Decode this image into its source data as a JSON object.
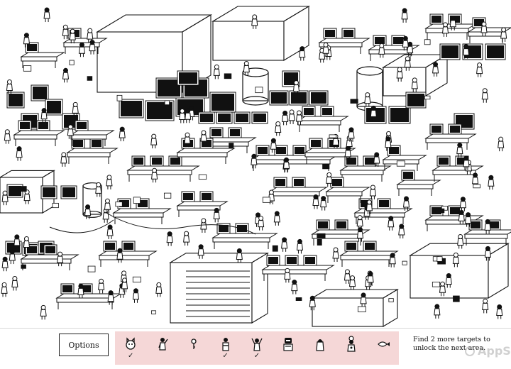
{
  "game": {
    "options_label": "Options",
    "hint": "Find 2 more targets to unlock the next area.",
    "watermark": "AppSo",
    "colors": {
      "strip": "#f5d7d7",
      "ink": "#111111",
      "paper": "#ffffff"
    },
    "targets": [
      {
        "icon": "cat-face-icon",
        "found": true
      },
      {
        "icon": "person-waving-icon",
        "found": false
      },
      {
        "icon": "key-icon",
        "found": false
      },
      {
        "icon": "person-arms-crossed-icon",
        "found": true
      },
      {
        "icon": "person-cheering-icon",
        "found": true
      },
      {
        "icon": "robot-icon",
        "found": false
      },
      {
        "icon": "hooded-person-icon",
        "found": false
      },
      {
        "icon": "chef-icon",
        "found": false
      },
      {
        "icon": "fish-icon",
        "found": false
      }
    ]
  }
}
